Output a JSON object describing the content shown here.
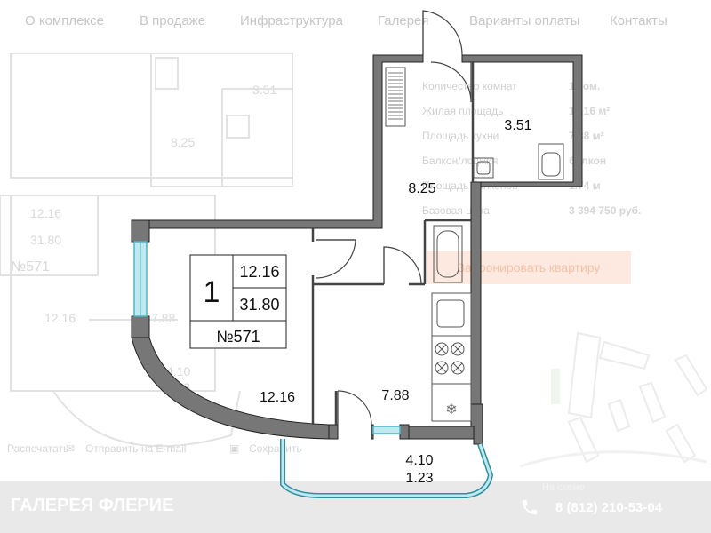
{
  "nav": {
    "items": [
      "О комплексе",
      "В продаже",
      "Инфраструктура",
      "Галерея",
      "Варианты оплаты",
      "Контакты"
    ]
  },
  "background_plan": {
    "labels": [
      "3.51",
      "8.25",
      "12.16",
      "31.80",
      "№571",
      "12.16",
      "7.88",
      "4.10",
      "1.23"
    ]
  },
  "apartment_info": {
    "rows": [
      {
        "label": "Количество комнат",
        "value": "1 ком."
      },
      {
        "label": "Жилая площадь",
        "value": "12.16 м²"
      },
      {
        "label": "Площадь кухни",
        "value": "7.88 м²"
      },
      {
        "label": "Балкон/лоджия",
        "value": "балкон"
      },
      {
        "label": "Площадь балконов",
        "value": "1.74 м"
      },
      {
        "label": "Базовая цена",
        "value": "3 394 750 руб."
      }
    ],
    "book_label": "Забронировать квартиру"
  },
  "actions": {
    "print_label": "Распечатать",
    "email_label": "Отправить на E-mail",
    "save_label": "Сохранить"
  },
  "footer": {
    "brand": "ГАЛЕРЕЯ ФЛЕРИЕ",
    "phone": "8 (812) 210-53-04",
    "map_caption": "На схеме"
  },
  "plan": {
    "room_count": "1",
    "living_area": "12.16",
    "total_area": "31.80",
    "apartment_number": "№571",
    "rooms": {
      "bathroom": "3.51",
      "hall": "8.25",
      "living_room": "12.16",
      "kitchen": "7.88",
      "balcony_total": "4.10",
      "balcony_area": "1.23"
    },
    "fridge_symbol": "❄"
  },
  "colors": {
    "wall": "#777777",
    "wall_outline": "#222222",
    "window": "#bfe8ef",
    "window_stroke": "#4fb5c7",
    "accent": "#f26522",
    "footer": "#e9e9e9"
  }
}
